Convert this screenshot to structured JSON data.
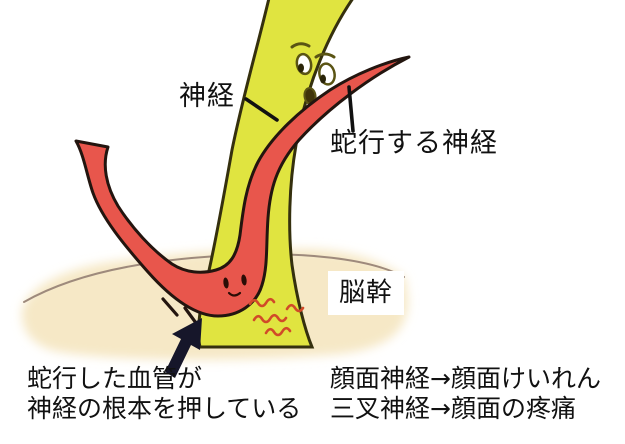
{
  "figure": {
    "labels": {
      "nerve": "神経",
      "serpentine_nerve": "蛇行する神経",
      "brainstem": "脳幹"
    },
    "caption_left": {
      "line1": "蛇行した血管が",
      "line2": "神経の根本を押している"
    },
    "caption_right": {
      "line1": "顔面神経→顔面けいれん",
      "line2": "三叉神経→顔面の疼痛"
    },
    "colors": {
      "nerve_yellow": "#e0e440",
      "nerve_outline": "#35300e",
      "vessel_red": "#e8564c",
      "vessel_outline": "#23150f",
      "brainstem_beige": "#f6e8c6",
      "surface_line": "#9e8a7c",
      "squiggle_orange": "#d14a28",
      "face_olive": "#5a5414",
      "arrow_black": "#16162a",
      "text_color": "#111111"
    }
  }
}
